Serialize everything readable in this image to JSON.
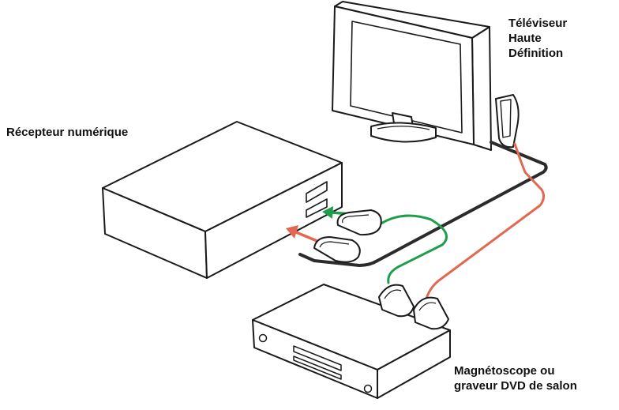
{
  "labels": {
    "tv": [
      "Téléviseur",
      "Haute",
      "Définition"
    ],
    "receiver": "Récepteur numérique",
    "dvd": [
      "Magnétoscope ou",
      "graveur DVD de salon"
    ]
  },
  "colors": {
    "stroke": "#1a1a1a",
    "cable_black": "#2b2b2b",
    "cable_green": "#1e9e4a",
    "cable_red": "#e0694f",
    "fill": "#ffffff"
  }
}
